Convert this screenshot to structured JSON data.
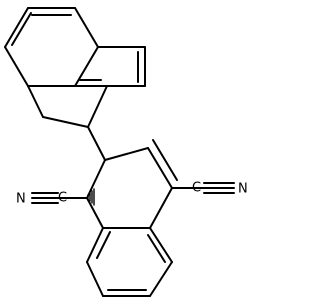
{
  "figure": {
    "type": "chemical-structure",
    "background": "#ffffff",
    "bond_color": "#000000",
    "atom_labels": {
      "left_nitrile_carbon": "C",
      "left_nitrile_nitrogen": "N",
      "right_nitrile_carbon": "C",
      "right_nitrile_nitrogen": "N"
    }
  }
}
